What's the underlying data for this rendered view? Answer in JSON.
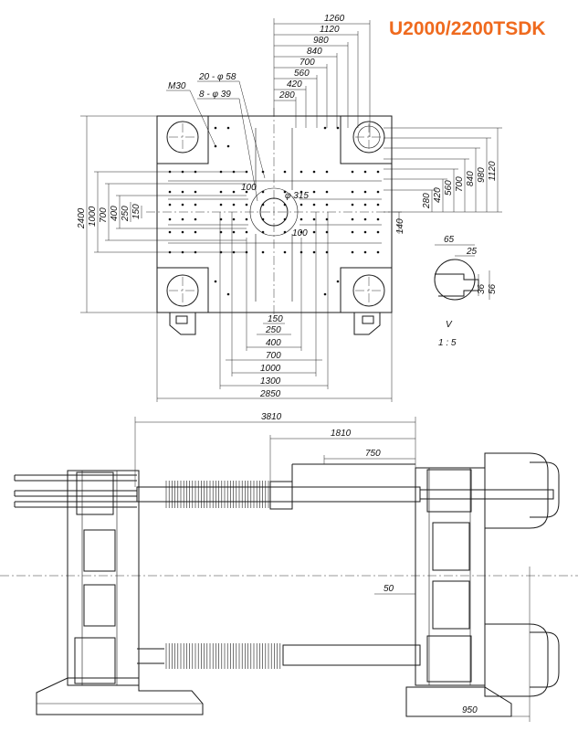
{
  "title": "U2000/2200TSDK",
  "colors": {
    "title": "#ef6a1e",
    "line": "#1a1a1a",
    "background": "#ffffff"
  },
  "platen_view": {
    "top_dims": [
      "1260",
      "1120",
      "980",
      "840",
      "700",
      "560",
      "420",
      "280"
    ],
    "left_dims": [
      "2400",
      "1000",
      "700",
      "400",
      "250",
      "150"
    ],
    "right_dims": [
      "1120",
      "980",
      "840",
      "700",
      "560",
      "420",
      "280",
      "140"
    ],
    "bottom_dims": [
      "150",
      "250",
      "400",
      "700",
      "1000",
      "1300",
      "2850"
    ],
    "inner_labels": [
      "100",
      "100",
      "φ 315"
    ],
    "callouts": [
      "M30",
      "20 - φ 58",
      "8 - φ 39"
    ]
  },
  "detail_view": {
    "dims": [
      "65",
      "25",
      "36",
      "56"
    ],
    "label": "V",
    "scale": "1 : 5"
  },
  "side_view": {
    "dims": [
      "3810",
      "1810",
      "750",
      "50",
      "950"
    ]
  }
}
